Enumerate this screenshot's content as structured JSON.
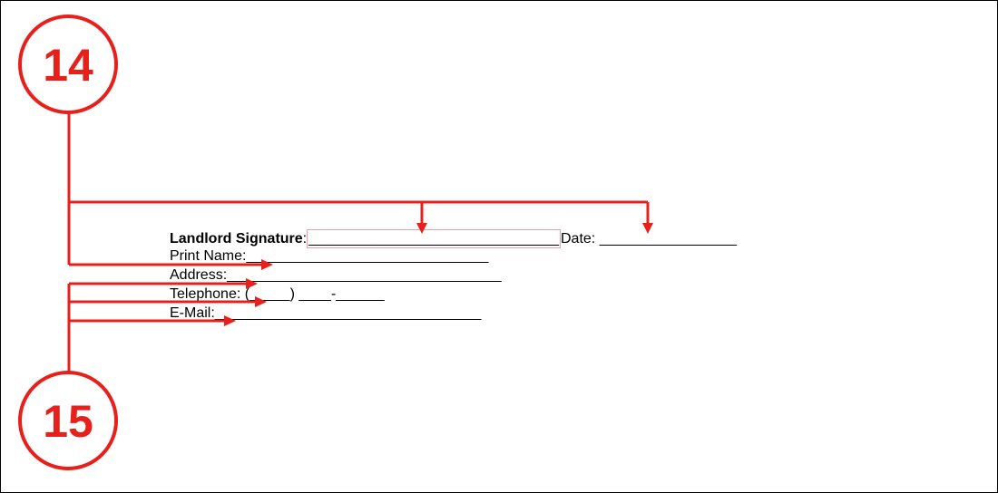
{
  "badges": {
    "top": "14",
    "bottom": "15"
  },
  "form": {
    "landlord_signature_label": "Landlord Signature",
    "colon": ":",
    "signature_blank": "_______________________________",
    "date_label": "Date:",
    "date_blank": "_________________",
    "print_name_label": "Print Name:",
    "print_name_blank": "______________________________",
    "address_label": "Address:",
    "address_blank": "__________________________________",
    "telephone_label": "Telephone:",
    "telephone_blank": "(_____) ____-______",
    "email_label": "E-Mail:",
    "email_blank": "_________________________________"
  },
  "colors": {
    "annotation": "#e8201b",
    "text": "#000000"
  }
}
